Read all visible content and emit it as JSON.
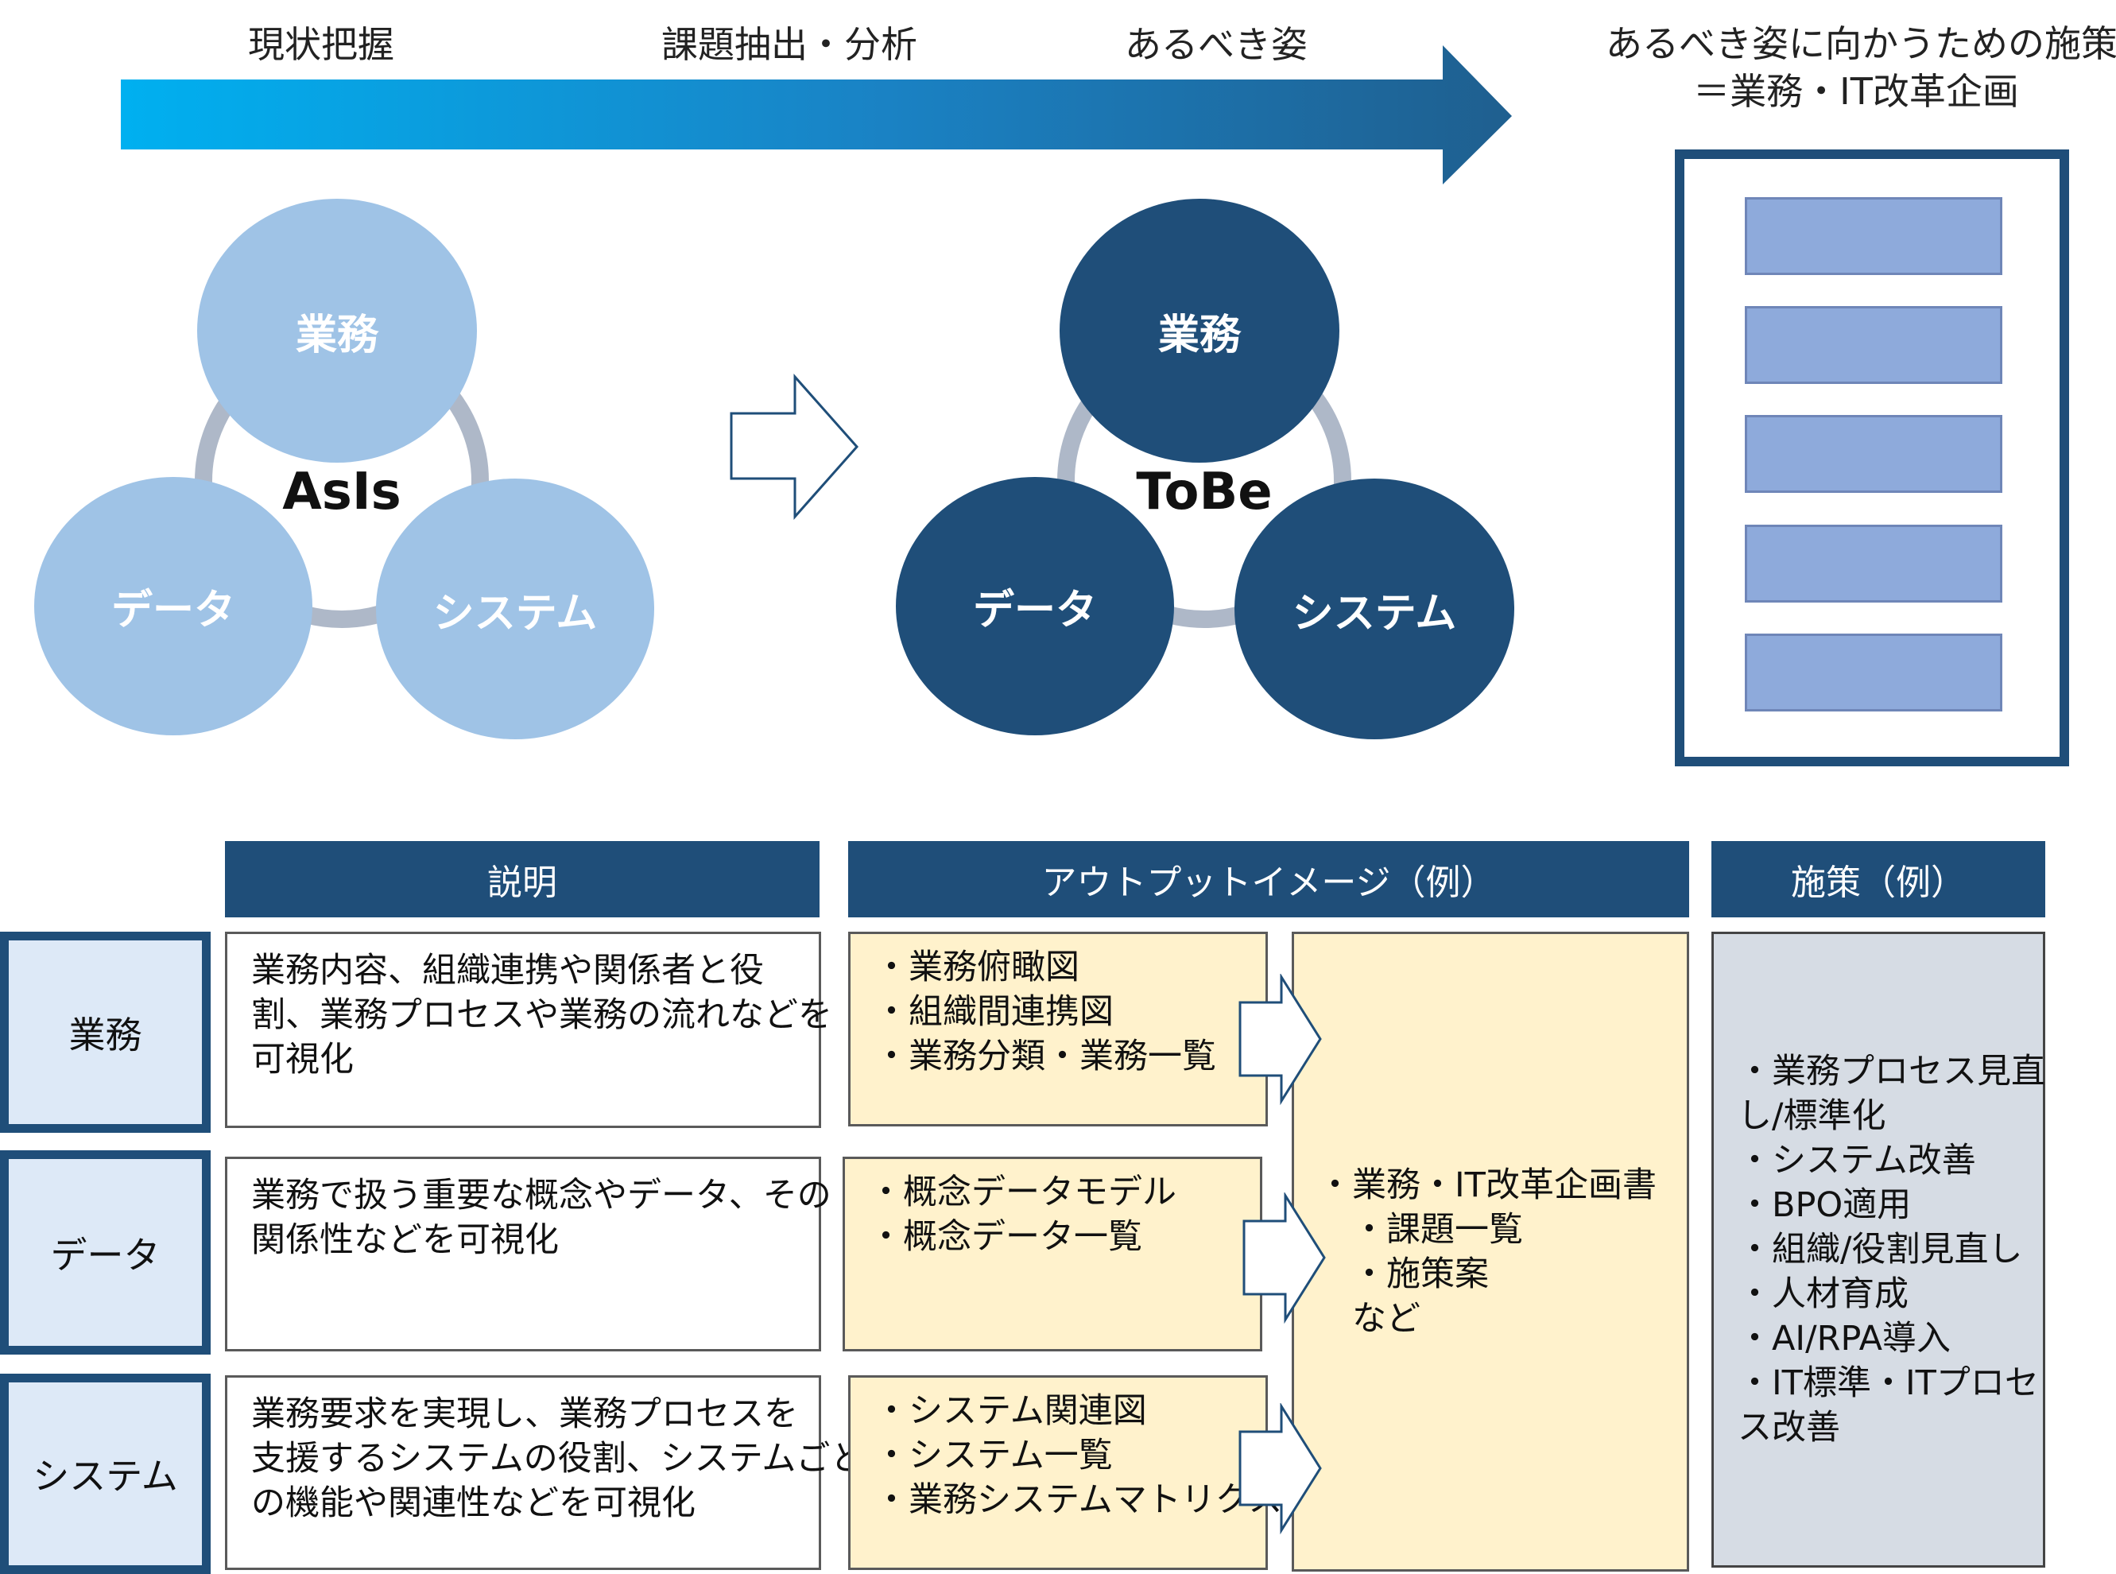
{
  "colors": {
    "dark_navy": "#1f4e79",
    "light_blue_circle": "#9fc3e6",
    "row_head_bg": "#dde9f7",
    "output_bg": "#fff2cc",
    "plan_bg": "#d6dce4",
    "plan_item": "#8eaadb",
    "arrow_gradient": [
      "#00b0f0",
      "#2e75b6",
      "#1f4e79"
    ]
  },
  "process": {
    "step1": "現状把握",
    "step2": "課題抽出・分析",
    "step3": "あるべき姿",
    "goal_line1": "あるべき姿に向かうための施策",
    "goal_line2": "＝業務・IT改革企画"
  },
  "asis": {
    "center": "AsIs",
    "top": "業務",
    "left": "データ",
    "right": "システム"
  },
  "tobe": {
    "center": "ToBe",
    "top": "業務",
    "left": "データ",
    "right": "システム"
  },
  "table": {
    "headers": {
      "description": "説明",
      "output": "アウトプットイメージ（例）",
      "measures": "施策（例）"
    },
    "rows": [
      {
        "name": "業務",
        "description": [
          "業務内容、組織連携や関係者と役",
          "割、業務プロセスや業務の流れなどを",
          "可視化"
        ],
        "outputs": [
          "・業務俯瞰図",
          "・組織間連携図",
          "・業務分類・業務一覧"
        ]
      },
      {
        "name": "データ",
        "description": [
          "業務で扱う重要な概念やデータ、その",
          "関係性などを可視化"
        ],
        "outputs": [
          "・概念データモデル",
          "・概念データ一覧"
        ]
      },
      {
        "name": "システム",
        "description": [
          "業務要求を実現し、業務プロセスを",
          "支援するシステムの役割、システムごと",
          "の機能や関連性などを可視化"
        ],
        "outputs": [
          "・システム関連図",
          "・システム一覧",
          "・業務システムマトリクス"
        ]
      }
    ],
    "merged_output": [
      "・業務・IT改革企画書",
      "　・課題一覧",
      "　・施策案",
      "　など"
    ],
    "measures": [
      "・業務プロセス見直",
      "し/標準化",
      "・システム改善",
      "・BPO適用",
      "・組織/役割見直し",
      "・人材育成",
      "・AI/RPA導入",
      "・IT標準・ITプロセ",
      "ス改善"
    ]
  }
}
